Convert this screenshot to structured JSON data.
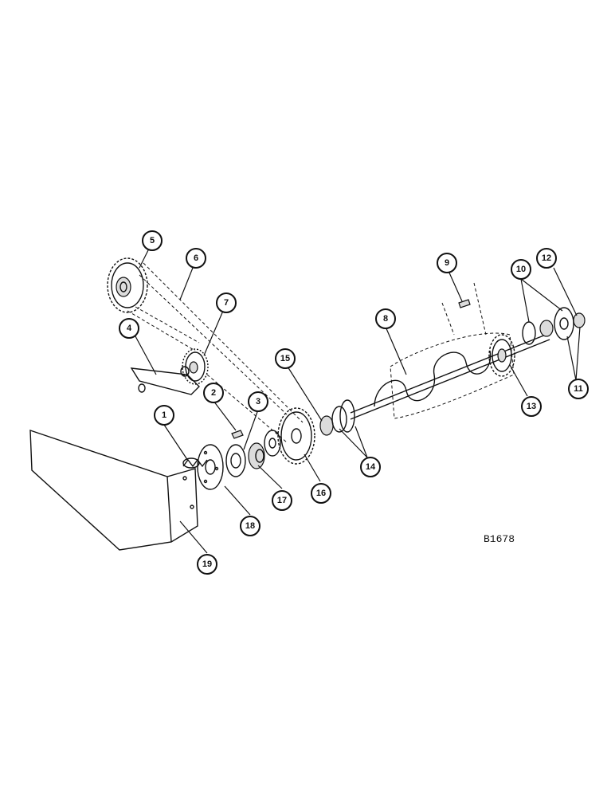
{
  "drawing_number": "B1678",
  "callouts": [
    "1",
    "2",
    "3",
    "4",
    "5",
    "6",
    "7",
    "8",
    "9",
    "10",
    "11",
    "12",
    "13",
    "14",
    "15",
    "16",
    "17",
    "18",
    "19"
  ]
}
